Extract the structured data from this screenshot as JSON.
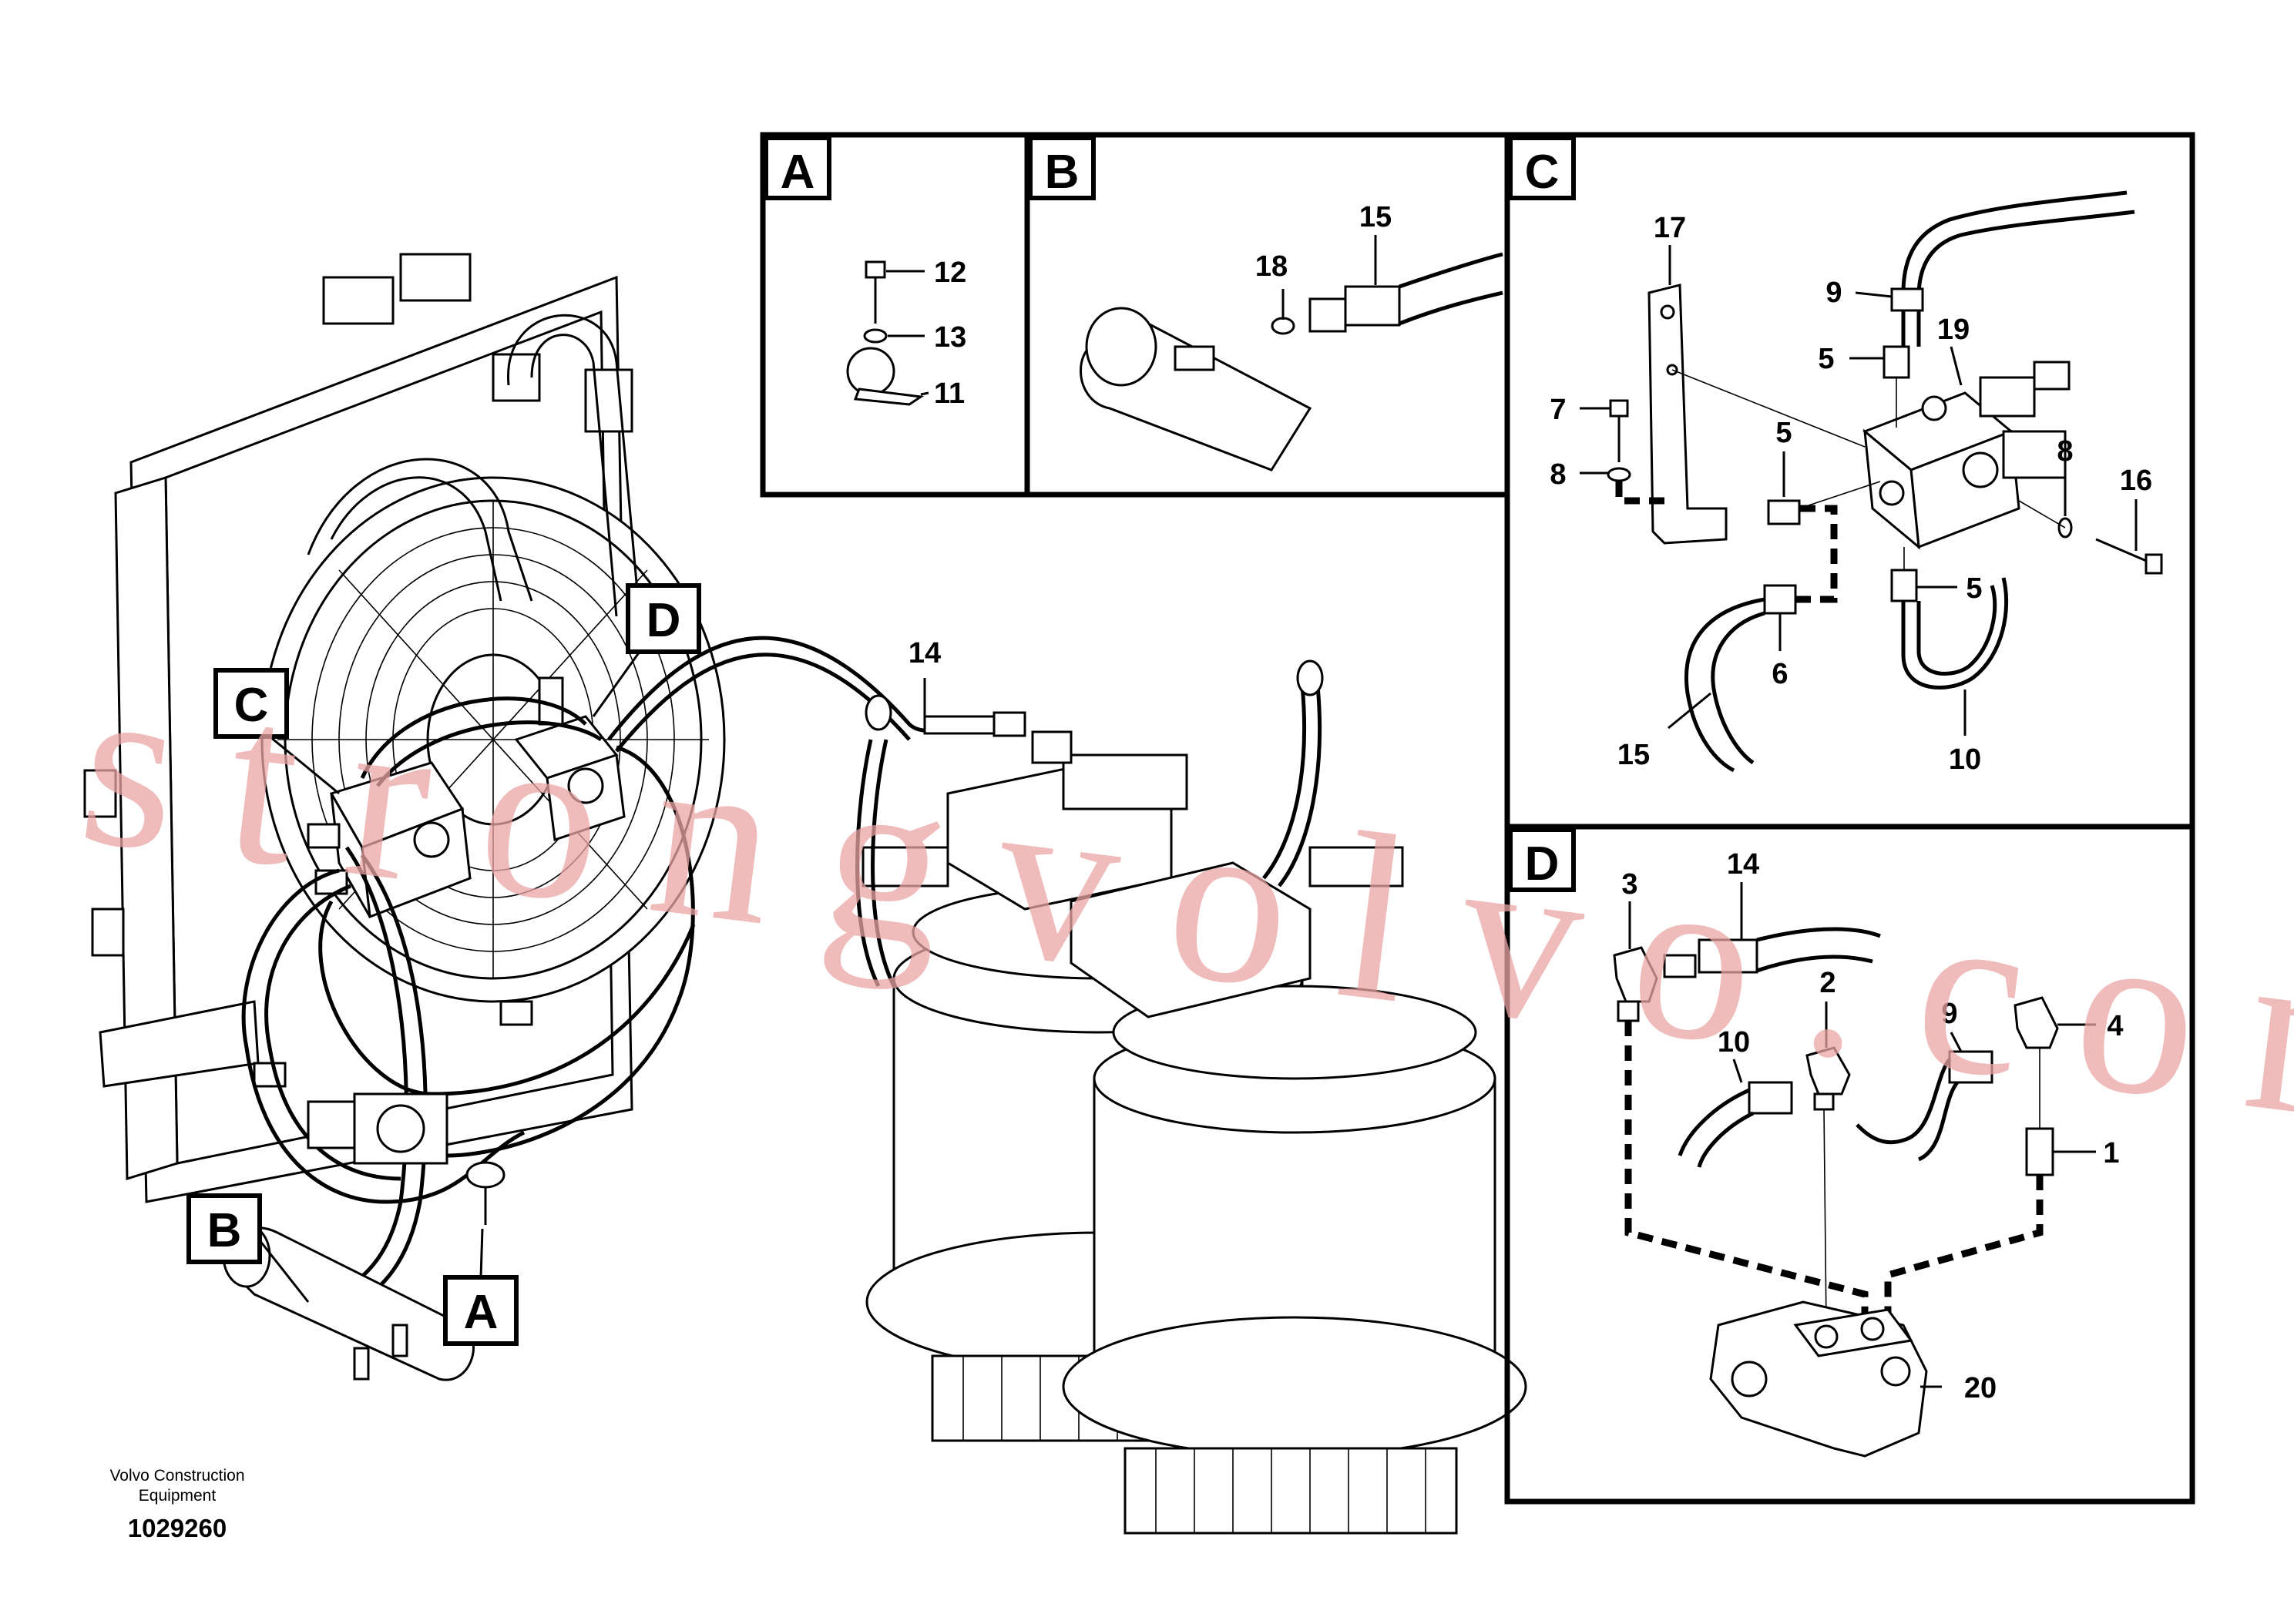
{
  "caption": {
    "company_line1": "Volvo Construction",
    "company_line2": "Equipment",
    "document_number": "1029260"
  },
  "watermark": "strongvolvo.com",
  "detail_boxes": {
    "A": {
      "label": "A",
      "callouts": [
        "12",
        "13",
        "11"
      ]
    },
    "B": {
      "label": "B",
      "callouts": [
        "18",
        "15"
      ]
    },
    "C": {
      "label": "C",
      "callouts": [
        "17",
        "9",
        "19",
        "5",
        "7",
        "8",
        "5",
        "8",
        "16",
        "5",
        "6",
        "15",
        "10"
      ]
    },
    "D": {
      "label": "D",
      "callouts": [
        "3",
        "14",
        "2",
        "9",
        "4",
        "10",
        "1",
        "20"
      ]
    }
  },
  "main_view": {
    "callouts": [
      "14"
    ],
    "view_labels": [
      "D",
      "C",
      "B",
      "A"
    ]
  }
}
